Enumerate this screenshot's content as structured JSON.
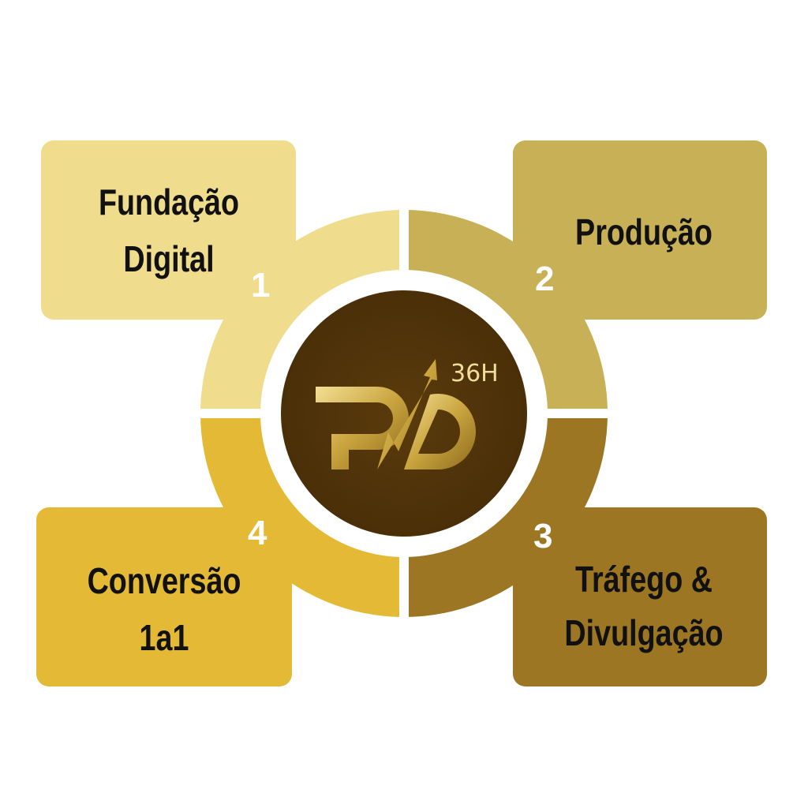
{
  "steps": [
    {
      "number": "1",
      "line1": "Fundação",
      "line2": "Digital",
      "color": "#EFDC8C"
    },
    {
      "number": "2",
      "line1": "Produção",
      "line2": "",
      "color": "#C8B056"
    },
    {
      "number": "3",
      "line1": "Tráfego &",
      "line2": "Divulgação",
      "color": "#9C7622"
    },
    {
      "number": "4",
      "line1": "Conversão",
      "line2": "1a1",
      "color": "#E3B935"
    }
  ],
  "logo": {
    "letters": "PVD",
    "suffix": "36H",
    "bg": "#4E3209",
    "gold": "#D9BE5E"
  }
}
